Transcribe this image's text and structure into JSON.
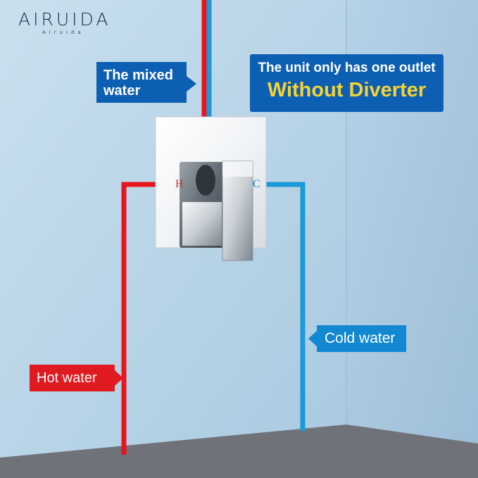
{
  "brand": {
    "name": "AIRUIDA",
    "sub": "Airuida"
  },
  "labels": {
    "mixed": [
      "The mixed",
      "water"
    ],
    "unit_line1": "The unit only has one outlet",
    "unit_line2": "Without Diverter",
    "cold": "Cold water",
    "hot": "Hot water"
  },
  "valve_markings": {
    "hot": "H",
    "cold": "C"
  },
  "colors": {
    "hot_pipe": "#e8151c",
    "cold_pipe": "#1a9ad6",
    "label_blue": "#0d5fb4",
    "label_cold": "#1188d1",
    "label_hot": "#e01a21",
    "highlight_yellow": "#f5d334",
    "floor": "#6f7279"
  }
}
